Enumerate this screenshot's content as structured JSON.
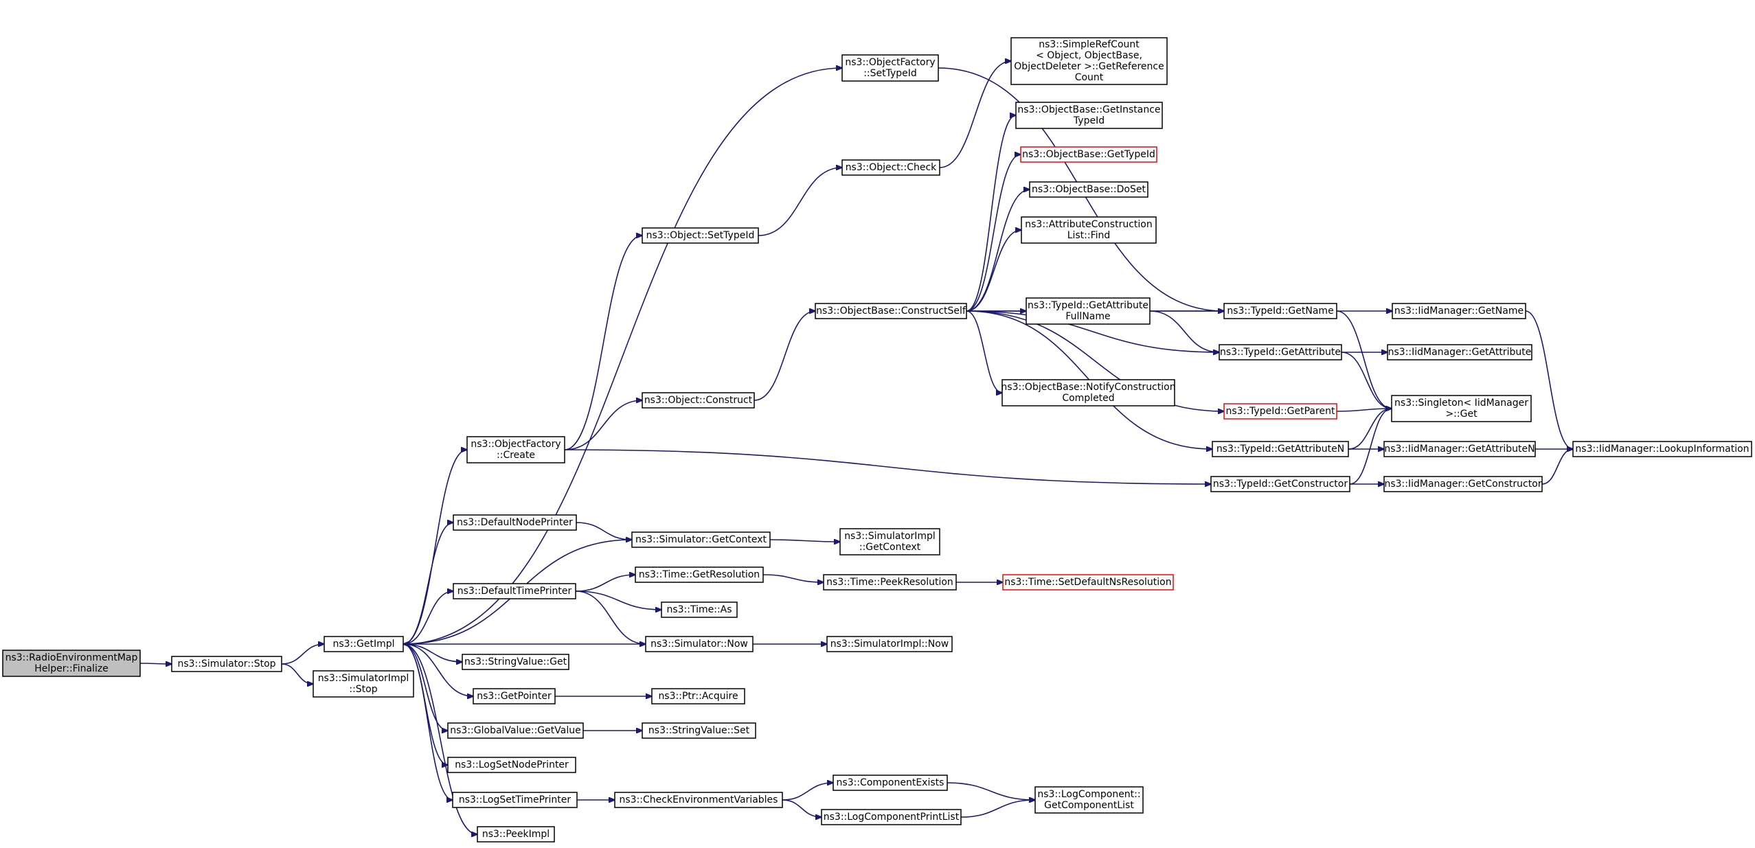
{
  "graph": {
    "nodes": [
      {
        "id": "n0",
        "lines": [
          "ns3::RadioEnvironmentMap",
          "Helper::Finalize"
        ],
        "style": "root"
      },
      {
        "id": "n1",
        "lines": [
          "ns3::Simulator::Stop"
        ]
      },
      {
        "id": "n2",
        "lines": [
          "ns3::GetImpl"
        ]
      },
      {
        "id": "n3",
        "lines": [
          "ns3::SimulatorImpl",
          "::Stop"
        ]
      },
      {
        "id": "n4",
        "lines": [
          "ns3::ObjectFactory",
          "::SetTypeId"
        ]
      },
      {
        "id": "n5",
        "lines": [
          "ns3::ObjectFactory",
          "::Create"
        ]
      },
      {
        "id": "n6",
        "lines": [
          "ns3::DefaultNodePrinter"
        ]
      },
      {
        "id": "n7",
        "lines": [
          "ns3::DefaultTimePrinter"
        ]
      },
      {
        "id": "n8",
        "lines": [
          "ns3::StringValue::Get"
        ]
      },
      {
        "id": "n9",
        "lines": [
          "ns3::GetPointer"
        ]
      },
      {
        "id": "n10",
        "lines": [
          "ns3::GlobalValue::GetValue"
        ]
      },
      {
        "id": "n11",
        "lines": [
          "ns3::LogSetNodePrinter"
        ]
      },
      {
        "id": "n12",
        "lines": [
          "ns3::LogSetTimePrinter"
        ]
      },
      {
        "id": "n13",
        "lines": [
          "ns3::PeekImpl"
        ]
      },
      {
        "id": "n14",
        "lines": [
          "ns3::Object::SetTypeId"
        ]
      },
      {
        "id": "n15",
        "lines": [
          "ns3::Object::Construct"
        ]
      },
      {
        "id": "n16",
        "lines": [
          "ns3::Simulator::GetContext"
        ]
      },
      {
        "id": "n17",
        "lines": [
          "ns3::Time::GetResolution"
        ]
      },
      {
        "id": "n18",
        "lines": [
          "ns3::Time::As"
        ]
      },
      {
        "id": "n19",
        "lines": [
          "ns3::Simulator::Now"
        ]
      },
      {
        "id": "n20",
        "lines": [
          "ns3::Ptr::Acquire"
        ]
      },
      {
        "id": "n21",
        "lines": [
          "ns3::StringValue::Set"
        ]
      },
      {
        "id": "n22",
        "lines": [
          "ns3::CheckEnvironmentVariables"
        ]
      },
      {
        "id": "n23",
        "lines": [
          "ns3::Object::Check"
        ]
      },
      {
        "id": "n24",
        "lines": [
          "ns3::ObjectBase::ConstructSelf"
        ]
      },
      {
        "id": "n25",
        "lines": [
          "ns3::SimulatorImpl",
          "::GetContext"
        ]
      },
      {
        "id": "n26",
        "lines": [
          "ns3::Time::PeekResolution"
        ]
      },
      {
        "id": "n27",
        "lines": [
          "ns3::SimulatorImpl::Now"
        ]
      },
      {
        "id": "n28",
        "lines": [
          "ns3::ComponentExists"
        ]
      },
      {
        "id": "n29",
        "lines": [
          "ns3::LogComponentPrintList"
        ]
      },
      {
        "id": "n30",
        "lines": [
          "ns3::SimpleRefCount",
          "< Object, ObjectBase,",
          "ObjectDeleter >::GetReference",
          "Count"
        ]
      },
      {
        "id": "n31",
        "lines": [
          "ns3::ObjectBase::GetInstance",
          "TypeId"
        ]
      },
      {
        "id": "n32",
        "lines": [
          "ns3::ObjectBase::GetTypeId"
        ],
        "style": "red"
      },
      {
        "id": "n33",
        "lines": [
          "ns3::ObjectBase::DoSet"
        ]
      },
      {
        "id": "n34",
        "lines": [
          "ns3::AttributeConstruction",
          "List::Find"
        ]
      },
      {
        "id": "n35",
        "lines": [
          "ns3::TypeId::GetAttribute",
          "FullName"
        ]
      },
      {
        "id": "n36",
        "lines": [
          "ns3::TypeId::GetName"
        ]
      },
      {
        "id": "n37",
        "lines": [
          "ns3::TypeId::GetAttribute"
        ]
      },
      {
        "id": "n38",
        "lines": [
          "ns3::ObjectBase::NotifyConstruction",
          "Completed"
        ]
      },
      {
        "id": "n39",
        "lines": [
          "ns3::TypeId::GetParent"
        ],
        "style": "red"
      },
      {
        "id": "n40",
        "lines": [
          "ns3::TypeId::GetAttributeN"
        ]
      },
      {
        "id": "n41",
        "lines": [
          "ns3::TypeId::GetConstructor"
        ]
      },
      {
        "id": "n42",
        "lines": [
          "ns3::Time::SetDefaultNsResolution"
        ],
        "style": "red"
      },
      {
        "id": "n43",
        "lines": [
          "ns3::LogComponent::",
          "GetComponentList"
        ]
      },
      {
        "id": "n44",
        "lines": [
          "ns3::IidManager::GetName"
        ]
      },
      {
        "id": "n45",
        "lines": [
          "ns3::IidManager::GetAttribute"
        ]
      },
      {
        "id": "n46",
        "lines": [
          "ns3::Singleton< IidManager",
          " >::Get"
        ]
      },
      {
        "id": "n47",
        "lines": [
          "ns3::IidManager::GetAttributeN"
        ]
      },
      {
        "id": "n48",
        "lines": [
          "ns3::IidManager::GetConstructor"
        ]
      },
      {
        "id": "n49",
        "lines": [
          "ns3::IidManager::LookupInformation"
        ]
      }
    ],
    "edges": [
      [
        "n0",
        "n1"
      ],
      [
        "n1",
        "n2"
      ],
      [
        "n1",
        "n3"
      ],
      [
        "n2",
        "n4"
      ],
      [
        "n2",
        "n5"
      ],
      [
        "n2",
        "n6"
      ],
      [
        "n2",
        "n7"
      ],
      [
        "n2",
        "n8"
      ],
      [
        "n2",
        "n9"
      ],
      [
        "n2",
        "n10"
      ],
      [
        "n2",
        "n11"
      ],
      [
        "n2",
        "n12"
      ],
      [
        "n2",
        "n13"
      ],
      [
        "n5",
        "n14"
      ],
      [
        "n5",
        "n15"
      ],
      [
        "n5",
        "n41"
      ],
      [
        "n6",
        "n16"
      ],
      [
        "n16",
        "n2"
      ],
      [
        "n16",
        "n25"
      ],
      [
        "n7",
        "n17"
      ],
      [
        "n7",
        "n18"
      ],
      [
        "n7",
        "n19"
      ],
      [
        "n19",
        "n2"
      ],
      [
        "n19",
        "n27"
      ],
      [
        "n17",
        "n26"
      ],
      [
        "n26",
        "n42"
      ],
      [
        "n9",
        "n20"
      ],
      [
        "n10",
        "n21"
      ],
      [
        "n12",
        "n22"
      ],
      [
        "n22",
        "n28"
      ],
      [
        "n22",
        "n29"
      ],
      [
        "n28",
        "n43"
      ],
      [
        "n29",
        "n43"
      ],
      [
        "n14",
        "n23"
      ],
      [
        "n23",
        "n30"
      ],
      [
        "n15",
        "n24"
      ],
      [
        "n4",
        "n36"
      ],
      [
        "n24",
        "n31"
      ],
      [
        "n24",
        "n32"
      ],
      [
        "n24",
        "n33"
      ],
      [
        "n24",
        "n34"
      ],
      [
        "n24",
        "n35"
      ],
      [
        "n24",
        "n36"
      ],
      [
        "n24",
        "n37"
      ],
      [
        "n24",
        "n38"
      ],
      [
        "n24",
        "n39"
      ],
      [
        "n24",
        "n40"
      ],
      [
        "n35",
        "n36"
      ],
      [
        "n35",
        "n37"
      ],
      [
        "n36",
        "n44"
      ],
      [
        "n36",
        "n46"
      ],
      [
        "n37",
        "n45"
      ],
      [
        "n37",
        "n46"
      ],
      [
        "n39",
        "n46"
      ],
      [
        "n40",
        "n46"
      ],
      [
        "n40",
        "n47"
      ],
      [
        "n41",
        "n46"
      ],
      [
        "n41",
        "n48"
      ],
      [
        "n44",
        "n49"
      ],
      [
        "n47",
        "n49"
      ],
      [
        "n48",
        "n49"
      ]
    ]
  }
}
